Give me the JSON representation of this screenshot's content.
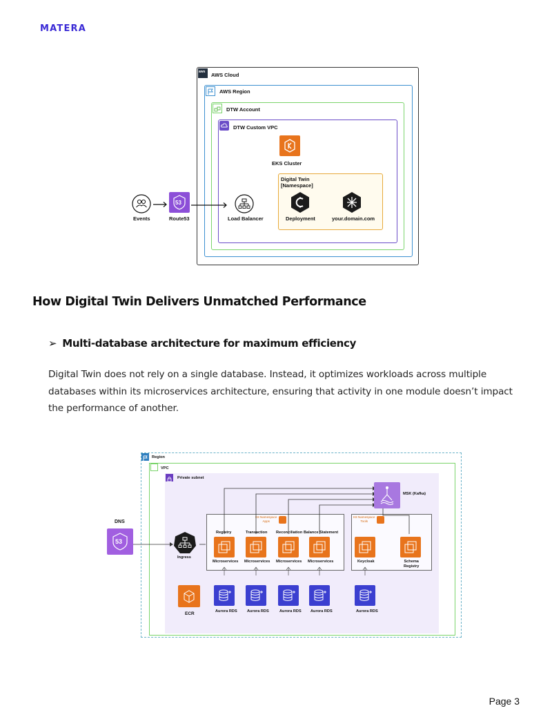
{
  "header": {
    "brand": "MATERA"
  },
  "diagram1": {
    "aws_cloud": "AWS Cloud",
    "aws_region": "AWS Region",
    "dtw_account": "DTW Account",
    "dtw_vpc": "DTW Custom VPC",
    "eks": "EKS Cluster",
    "namespace_line1": "Digital Twin",
    "namespace_line2": "[Namespace]",
    "events": "Events",
    "route53": "Route53",
    "load_balancer": "Load Balancer",
    "deployment": "Deployment",
    "domain": "your.domain.com",
    "aws_logo": "aws",
    "route53_badge": "53"
  },
  "section": {
    "heading": "How Digital Twin Delivers Unmatched Performance",
    "bullet_marker": "➢",
    "bullet": "Multi-database architecture for maximum efficiency",
    "paragraph": "Digital Twin does not rely on a single database. Instead, it optimizes workloads across multiple databases within its microservices architecture, ensuring that activity in one module doesn’t impact the performance of another."
  },
  "diagram2": {
    "region": "Region",
    "vpc": "VPC",
    "private_subnet": "Private subnet",
    "dns": "DNS",
    "dns_badge": "53",
    "ingress": "Ingress",
    "ecr": "ECR",
    "msk": "MSK (Kafka)",
    "apps_ns_line1": "K8 Namespace",
    "apps_ns_line2": "Apps",
    "tools_ns_line1": "K8 Namespace",
    "tools_ns_line2": "Tools",
    "services": [
      "Registry",
      "Transaction",
      "Reconciliation",
      "Balance Statement"
    ],
    "microservices": "Microservices",
    "keycloak": "Keycloak",
    "schema_line1": "Schema",
    "schema_line2": "Registry",
    "aurora": "Aurora RDS"
  },
  "footer": {
    "page": "Page 3"
  },
  "colors": {
    "brand": "#3b2bd6",
    "orange": "#e8741c",
    "purple": "#8c4fd8",
    "blue": "#3b3fd0"
  }
}
